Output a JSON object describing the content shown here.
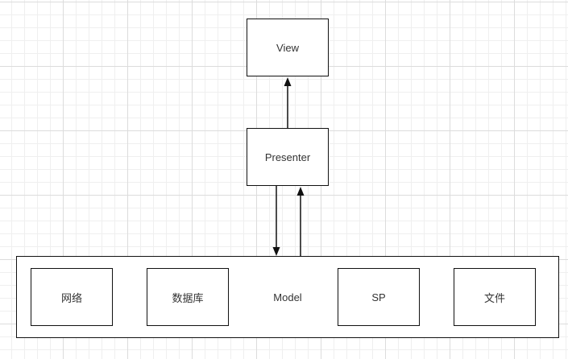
{
  "diagram": {
    "view": {
      "label": "View"
    },
    "presenter": {
      "label": "Presenter"
    },
    "model": {
      "label": "Model",
      "items": [
        {
          "label": "网络"
        },
        {
          "label": "数据库"
        },
        {
          "label": "SP"
        },
        {
          "label": "文件"
        }
      ]
    },
    "colors": {
      "stroke": "#111111",
      "text": "#333333",
      "grid": "#dcdcdc"
    }
  }
}
